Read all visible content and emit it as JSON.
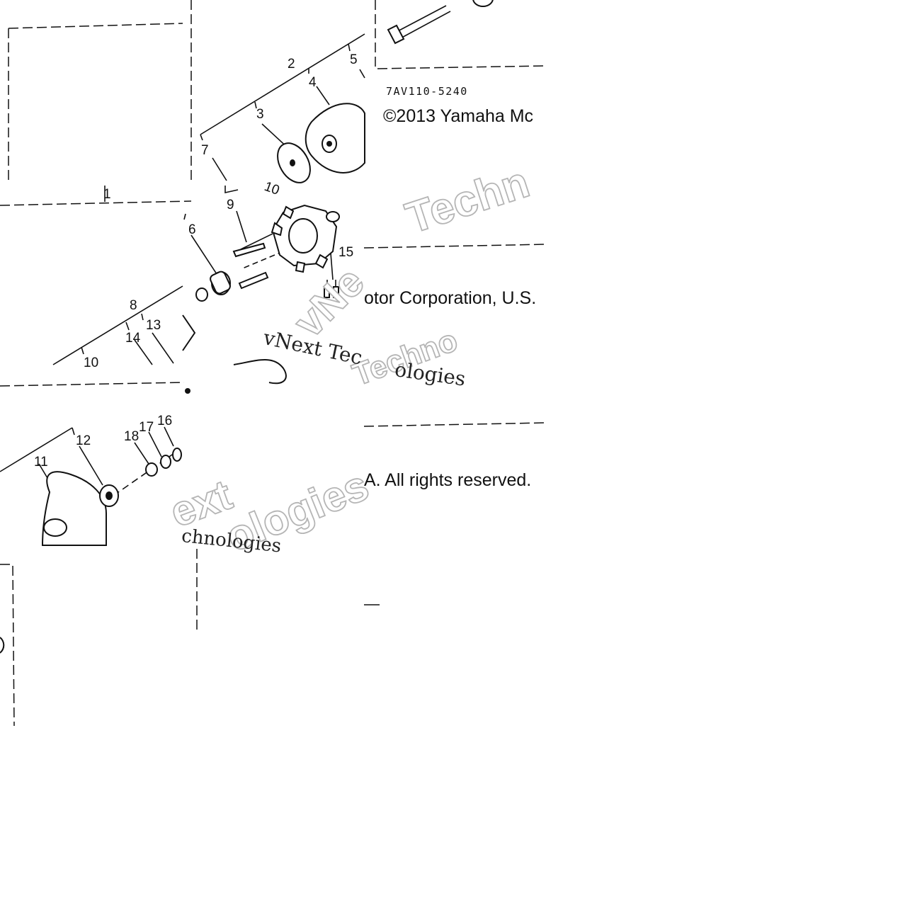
{
  "diagram": {
    "drawing_code": "7AV110-5240",
    "copyright_parts": [
      "©2013 Yamaha Mc",
      "otor Corporation, U.S.",
      "A. All rights reserved."
    ],
    "watermark_serif": "vNext Tec",
    "watermark_serif_2": "chnologies",
    "watermark_outline": [
      "Techn",
      "vNe",
      "ext",
      "ologies",
      "Techno"
    ],
    "watermark_fragment": "ologies",
    "part_numbers": [
      "2",
      "3",
      "4",
      "5",
      "7",
      "1",
      "9",
      "10",
      "6",
      "15",
      "8",
      "13",
      "14",
      "10",
      "12",
      "18",
      "17",
      "16",
      "11"
    ]
  }
}
